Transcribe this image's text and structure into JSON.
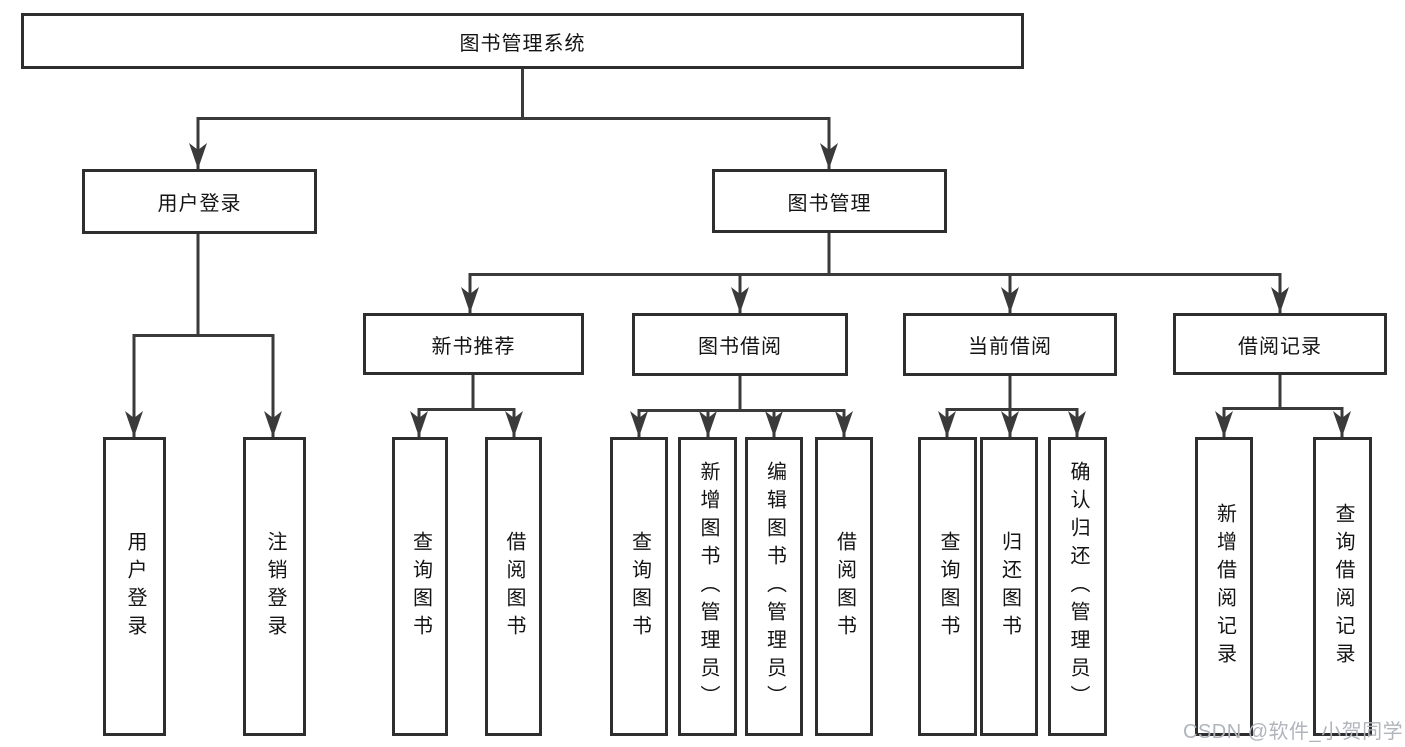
{
  "page": {
    "background": "#ffffff",
    "line_color": "#3a3a3a",
    "box_border_color": "#2e2e2e",
    "text_color": "#141414"
  },
  "watermark": {
    "text": "CSDN @软件_小贺同学",
    "color": "#b0b5bc"
  },
  "tree": {
    "root": {
      "label": "图书管理系统",
      "children": [
        {
          "label": "用户登录",
          "children": [
            {
              "label": "用户登录"
            },
            {
              "label": "注销登录"
            }
          ]
        },
        {
          "label": "图书管理",
          "children": [
            {
              "label": "新书推荐",
              "children": [
                {
                  "label": "查询图书"
                },
                {
                  "label": "借阅图书"
                }
              ]
            },
            {
              "label": "图书借阅",
              "children": [
                {
                  "label": "查询图书"
                },
                {
                  "label": "新增图书（管理员）"
                },
                {
                  "label": "编辑图书（管理员）"
                },
                {
                  "label": "借阅图书"
                }
              ]
            },
            {
              "label": "当前借阅",
              "children": [
                {
                  "label": "查询图书"
                },
                {
                  "label": "归还图书"
                },
                {
                  "label": "确认归还（管理员）"
                }
              ]
            },
            {
              "label": "借阅记录",
              "children": [
                {
                  "label": "新增借阅记录"
                },
                {
                  "label": "查询借阅记录"
                }
              ]
            }
          ]
        }
      ]
    }
  }
}
